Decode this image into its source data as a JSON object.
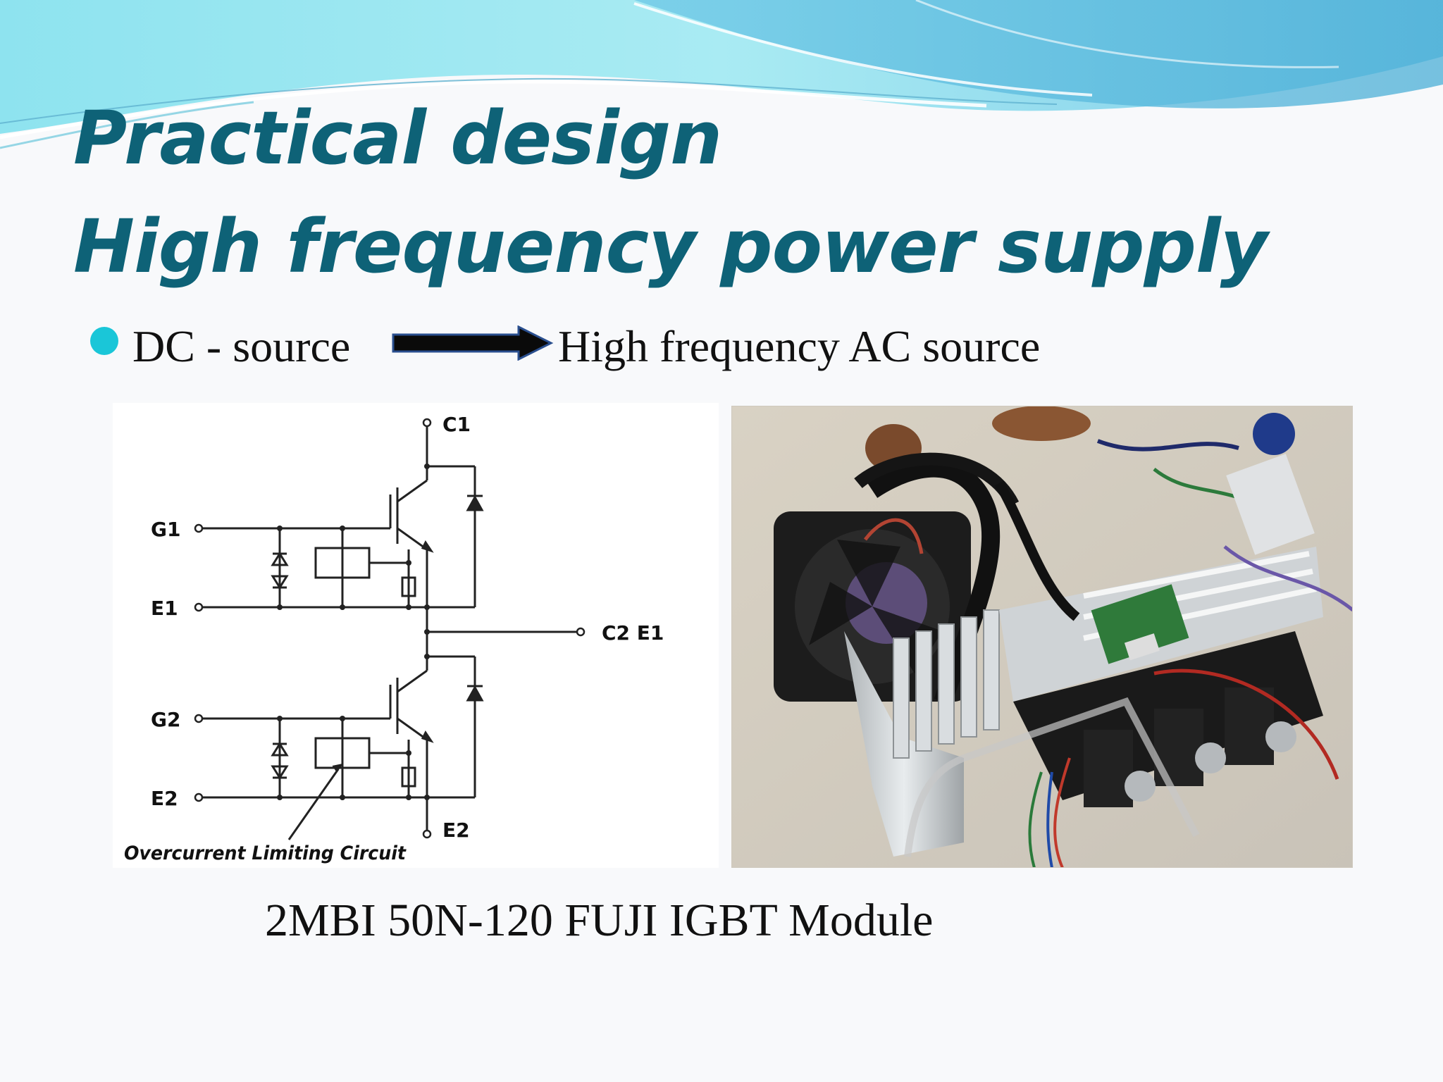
{
  "slide": {
    "title_line1": "Practical  design",
    "title_line2": "High frequency power supply",
    "bullet": {
      "source_text": "DC - source",
      "target_text": "High frequency AC source",
      "arrow_icon": "right-arrow-icon",
      "bullet_color": "#1ac6d8"
    },
    "schematic": {
      "terminals": {
        "c1": "C1",
        "g1": "G1",
        "e1": "E1",
        "c2e1": "C2 E1",
        "g2": "G2",
        "e2_left": "E2",
        "e2_bottom": "E2"
      },
      "annotation": "Overcurrent Limiting Circuit"
    },
    "photo": {
      "subject": "IGBT module mounted on heatsink with cooling fan and wiring"
    },
    "caption": "2MBI 50N-120 FUJI IGBT Module",
    "colors": {
      "title": "#0e6277",
      "banner_light": "#9ee7f2",
      "banner_dark": "#5fb8dc"
    }
  }
}
